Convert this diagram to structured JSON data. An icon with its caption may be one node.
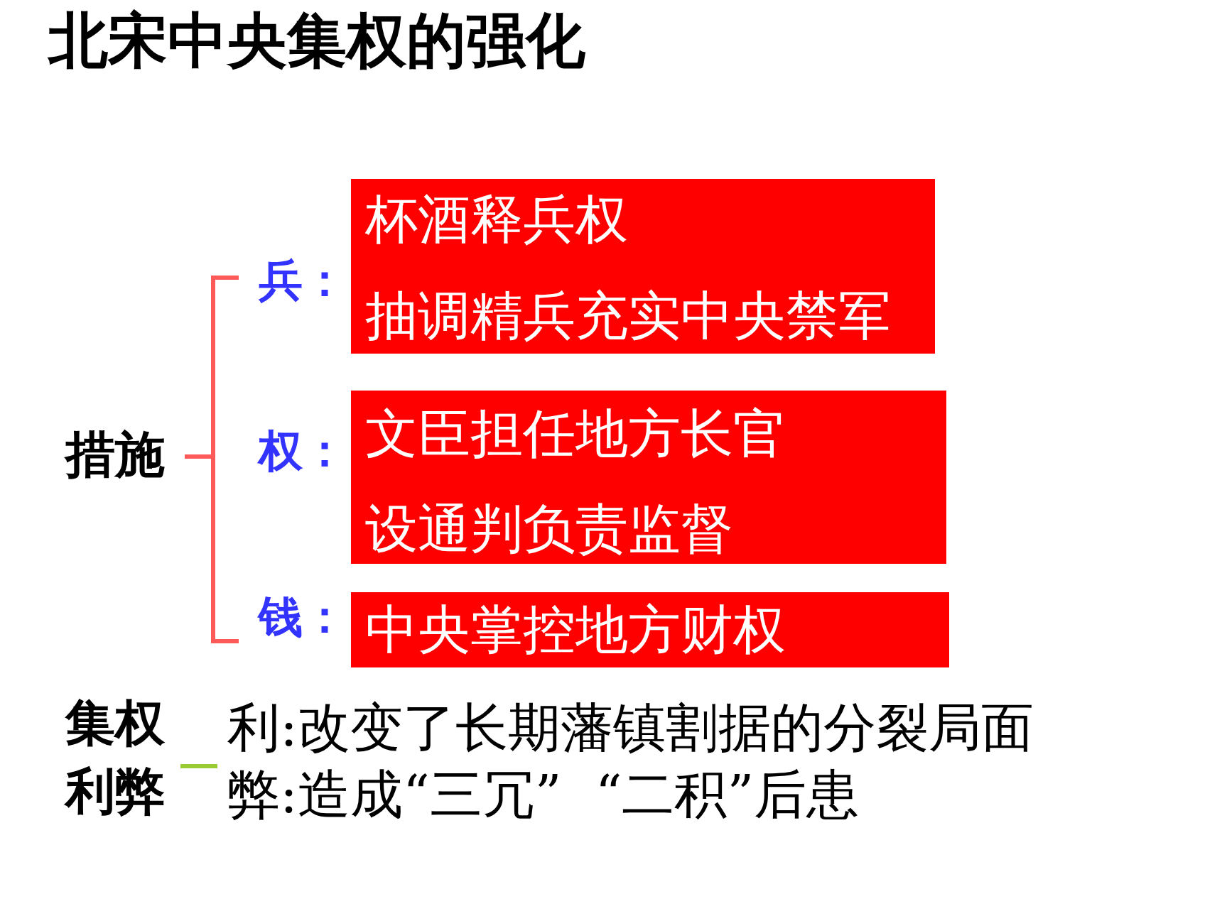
{
  "diagram": {
    "title": "北宋中央集权的强化",
    "nodes": [
      {
        "text": [
          "杯酒释兵权",
          "抽调精兵充实中央禁军"
        ],
        "beside": [
          "兵："
        ]
      },
      {
        "text": [
          "文臣担任地方长官",
          "设通判负责监督"
        ],
        "beside": [
          "权："
        ]
      },
      {
        "text": [
          "中央掌控地方财权"
        ],
        "beside": [
          "钱："
        ]
      }
    ],
    "labels": [
      "措施",
      "集权利弊",
      "利:改变了长期藩镇割据的分裂局面",
      "弊:造成“三冗”  “二积”后患"
    ]
  }
}
